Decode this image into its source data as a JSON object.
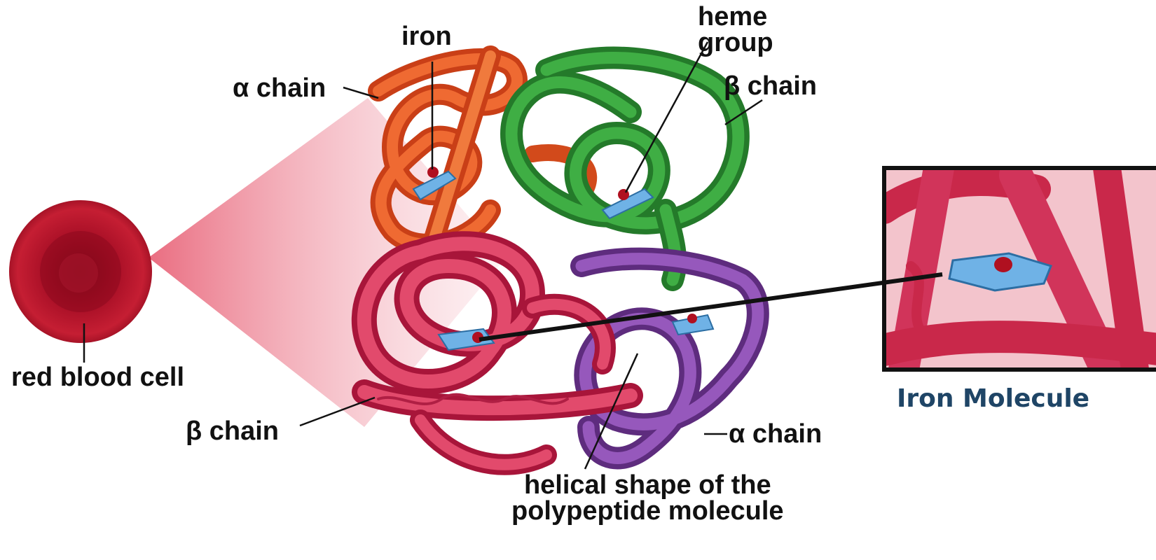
{
  "labels": {
    "iron": "iron",
    "heme_group": "heme\ngroup",
    "alpha_chain_top": "α chain",
    "beta_chain_top": "β chain",
    "red_blood_cell": "red blood cell",
    "beta_chain_bottom": "β chain",
    "alpha_chain_bottom": "α chain",
    "helical_shape": "helical shape of the\npolypeptide molecule"
  },
  "inset": {
    "caption": "Iron Molecule"
  },
  "colors": {
    "alpha_chain_top": "#e2501f",
    "beta_chain_top": "#3a9a3a",
    "beta_chain_bottom": "#d6375a",
    "alpha_chain_bottom": "#8a4aa6",
    "red_blood_cell": "#b0122a",
    "heme": "#6fb2e6",
    "iron": "#b01020",
    "caption": "#1f4566"
  }
}
